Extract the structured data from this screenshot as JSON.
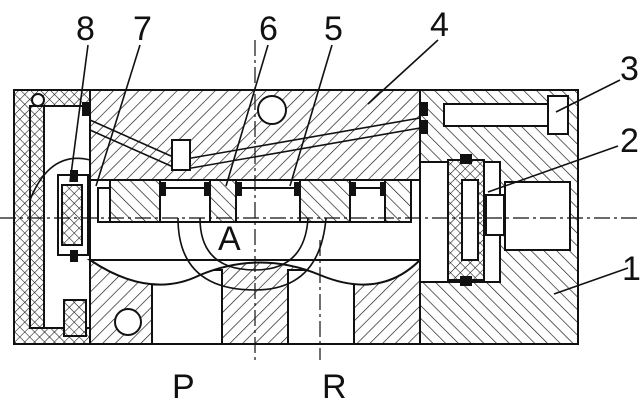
{
  "labels": {
    "top": [
      {
        "id": "8",
        "text": "8"
      },
      {
        "id": "7",
        "text": "7"
      },
      {
        "id": "6",
        "text": "6"
      },
      {
        "id": "5",
        "text": "5"
      },
      {
        "id": "4",
        "text": "4"
      }
    ],
    "right": [
      {
        "id": "3",
        "text": "3"
      },
      {
        "id": "2",
        "text": "2"
      },
      {
        "id": "1",
        "text": "1"
      }
    ],
    "port_a": "A",
    "port_p": "P",
    "port_r": "R"
  }
}
